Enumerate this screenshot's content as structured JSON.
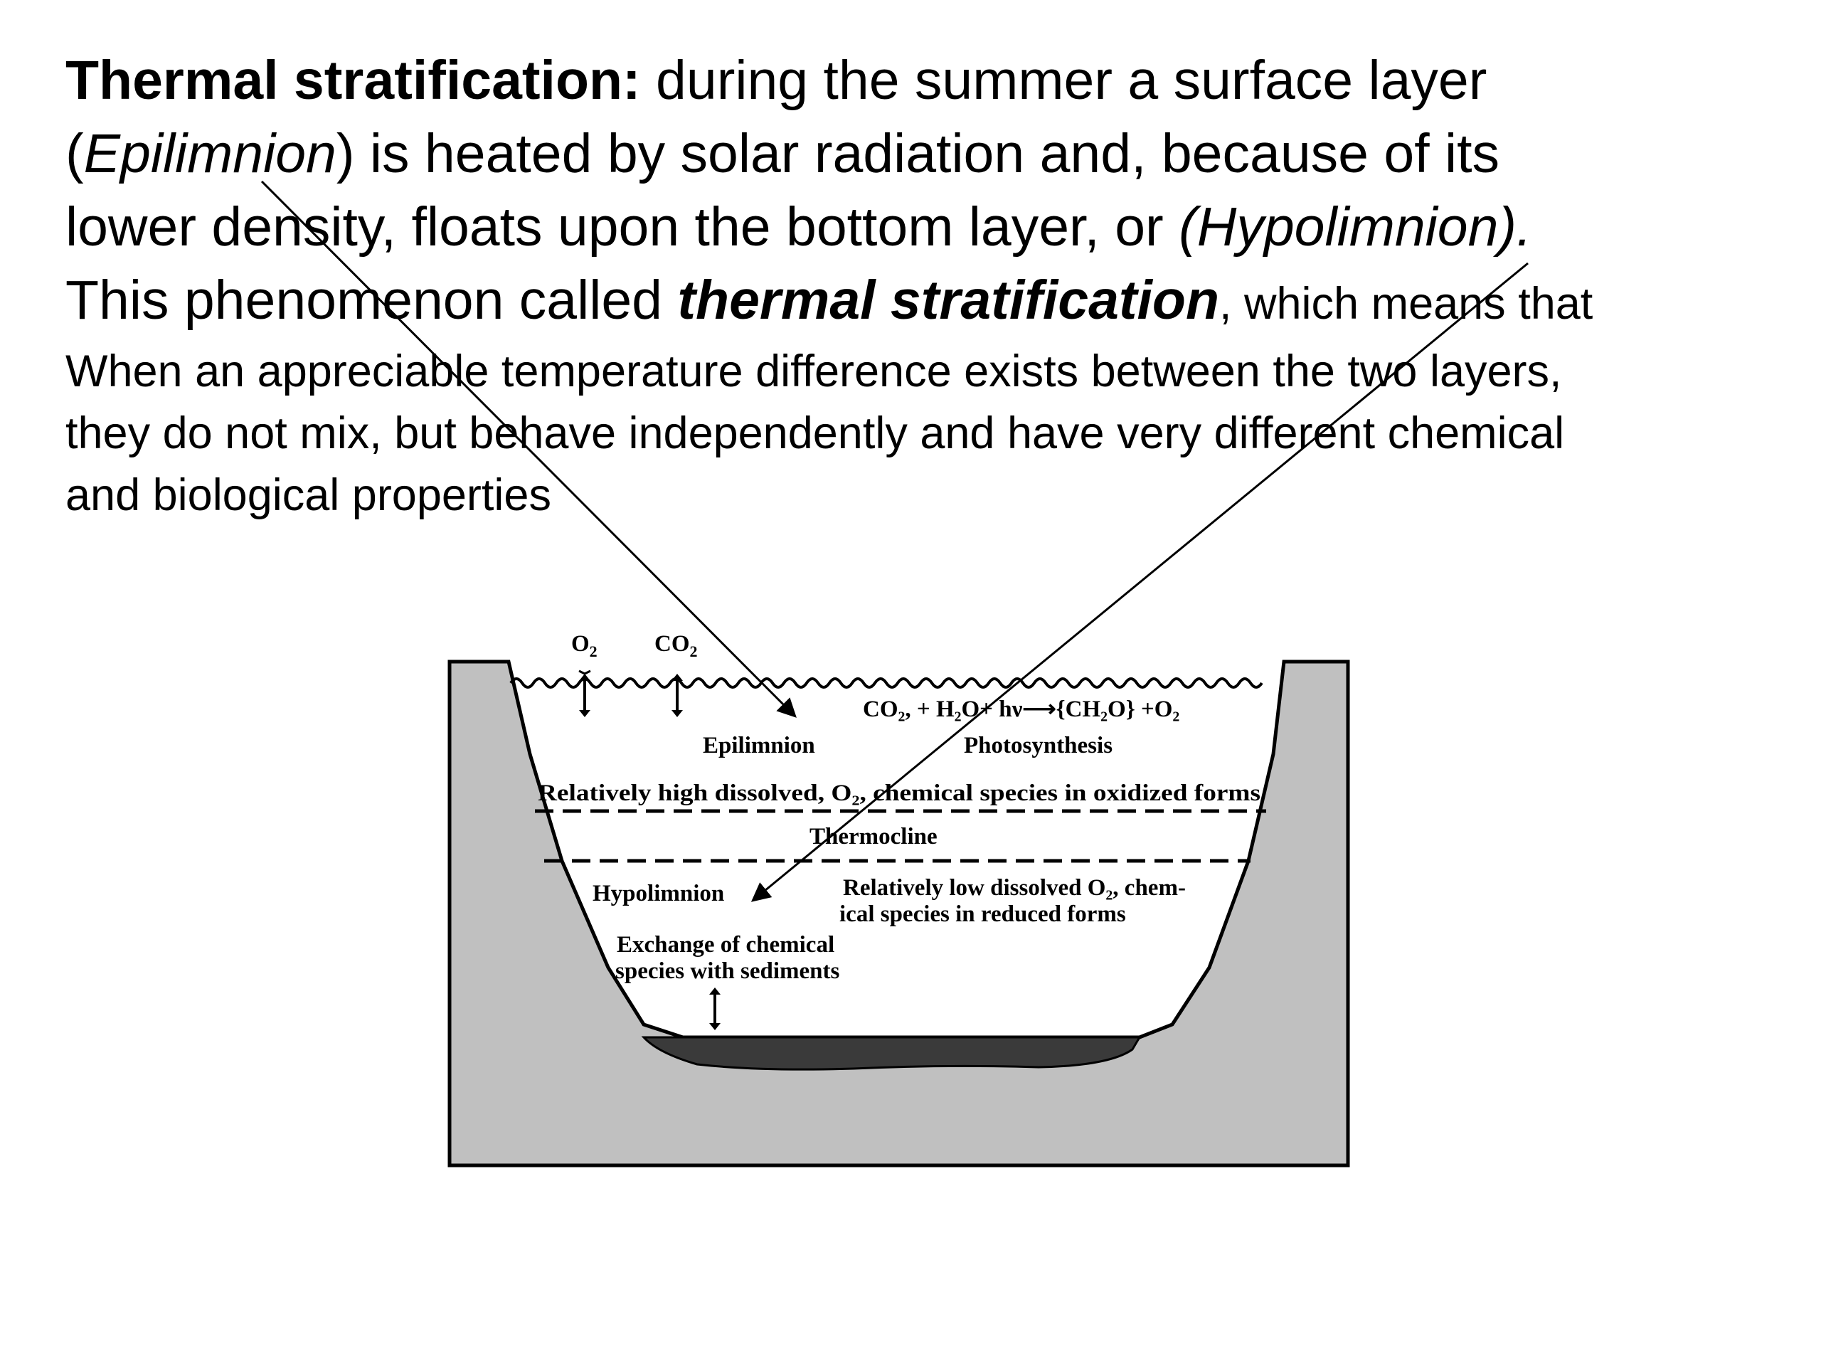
{
  "text": {
    "line1": {
      "title": "Thermal stratification:",
      "rest": " during the summer a surface layer"
    },
    "line2": {
      "open": "(",
      "epi": "Epilimnion",
      "rest": ") is heated by solar radiation and, because of its"
    },
    "line3": {
      "rest": "lower density, floats upon the bottom layer, or ",
      "hypo": "(Hypolimnion)."
    },
    "line4": {
      "start": "This phenomenon called ",
      "emph": "thermal stratification",
      "end": ", which means that"
    },
    "line5": "When an appreciable temperature difference exists between the two layers,",
    "line6": "they do not mix, but behave independently and have very different chemical",
    "line7": "and biological properties"
  },
  "diagram": {
    "o2": "O",
    "o2_sub": "2",
    "co2": "CO",
    "co2_sub": "2",
    "equation": "CO₂, + H₂O+ hν⟶{CH₂O} +O₂",
    "epilimnion": "Epilimnion",
    "photosynthesis": "Photosynthesis",
    "high_o2": "Relatively high dissolved, O₂, chemical species in oxidized forms",
    "thermocline": "Thermocline",
    "hypolimnion": "Hypolimnion",
    "low_o2_1": "Relatively low dissolved O₂, chem-",
    "low_o2_2": "ical species in reduced forms",
    "exchange_1": "Exchange of chemical",
    "exchange_2": "species with sediments"
  }
}
